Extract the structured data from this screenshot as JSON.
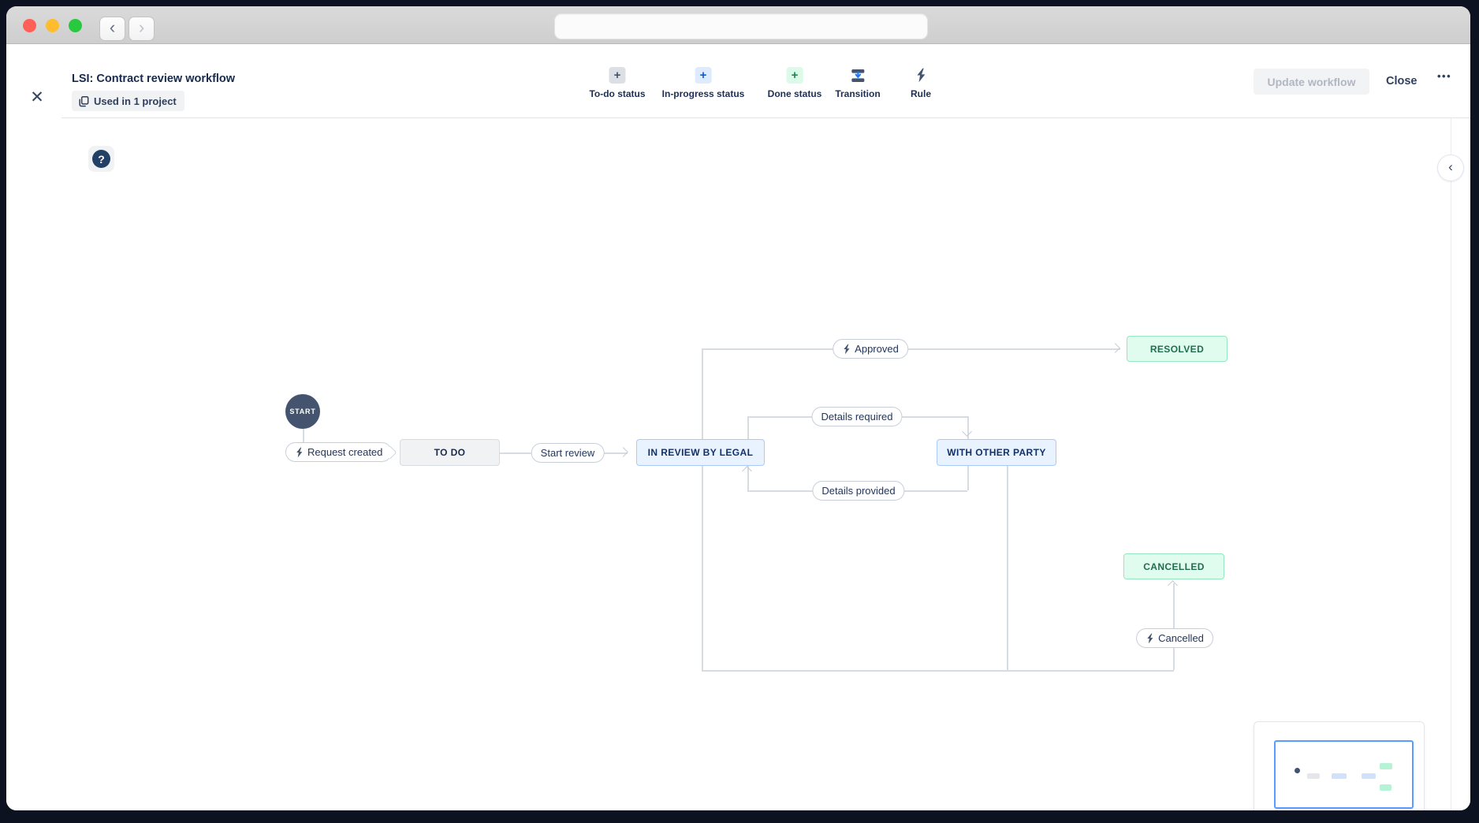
{
  "browser": {
    "back_icon": "‹",
    "forward_icon": "›",
    "url_value": ""
  },
  "header": {
    "title": "LSI: Contract review workflow",
    "badge": "Used in 1 project",
    "close_icon": "✕",
    "more_icon": "•••",
    "plus_icon": "+",
    "toolbar": [
      {
        "label": "To-do status"
      },
      {
        "label": "In-progress status"
      },
      {
        "label": "Done status"
      },
      {
        "label": "Transition"
      },
      {
        "label": "Rule"
      }
    ],
    "actions": {
      "update": "Update workflow",
      "close": "Close"
    }
  },
  "canvas": {
    "help_icon": "?",
    "collapse_icon": "‹"
  },
  "workflow": {
    "start": "START",
    "statuses": [
      {
        "label": "TO DO",
        "category": "todo"
      },
      {
        "label": "IN REVIEW BY LEGAL",
        "category": "in-progress"
      },
      {
        "label": "WITH OTHER PARTY",
        "category": "in-progress"
      },
      {
        "label": "RESOLVED",
        "category": "done"
      },
      {
        "label": "CANCELLED",
        "category": "done"
      }
    ],
    "transitions": [
      {
        "label": "Request created",
        "rule": true
      },
      {
        "label": "Start review",
        "rule": false
      },
      {
        "label": "Approved",
        "rule": true
      },
      {
        "label": "Details required",
        "rule": false
      },
      {
        "label": "Details provided",
        "rule": false
      },
      {
        "label": "Cancelled",
        "rule": true
      }
    ]
  },
  "colors": {
    "accent_blue": "#579dff",
    "navy_text": "#172b4d",
    "todo_bg": "#f1f2f4",
    "inprogress_bg": "#e9f2ff",
    "done_bg": "#e0fcef",
    "done_text": "#216e4e",
    "connector": "#d7dbe2",
    "slate_icon": "#44546f"
  }
}
